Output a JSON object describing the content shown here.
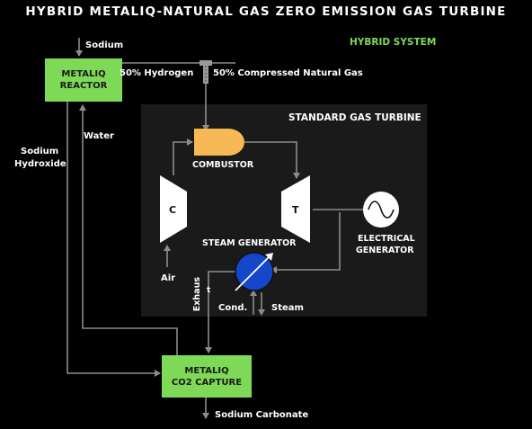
{
  "title": "HYBRID METALIQ-NATURAL GAS ZERO EMISSION GAS TURBINE",
  "hybrid_system_label": "HYBRID SYSTEM",
  "standard_turbine_label": "STANDARD GAS TURBINE",
  "reactor": {
    "line1": "METALIQ",
    "line2": "REACTOR"
  },
  "capture": {
    "line1": "METALIQ",
    "line2": "CO2 CAPTURE"
  },
  "flows": {
    "sodium": "Sodium",
    "hydrogen": "50% Hydrogen",
    "natural_gas": "50% Compressed Natural Gas",
    "sodium_hydroxide_1": "Sodium",
    "sodium_hydroxide_2": "Hydroxide",
    "water": "Water",
    "air": "Air",
    "exhaust": "Exhaus",
    "exhaust_tail": "t",
    "cond": "Cond.",
    "steam": "Steam",
    "sodium_carbonate": "Sodium Carbonate"
  },
  "components": {
    "combustor": "COMBUSTOR",
    "compressor": "C",
    "turbine": "T",
    "steam_generator": "STEAM GENERATOR",
    "electrical_generator_1": "ELECTRICAL",
    "electrical_generator_2": "GENERATOR"
  },
  "colors": {
    "green": "#7ed957",
    "combustor": "#f7b955",
    "steam_generator": "#1447c9",
    "panel": "#1a1a1a",
    "wire": "#8c8c8c"
  }
}
